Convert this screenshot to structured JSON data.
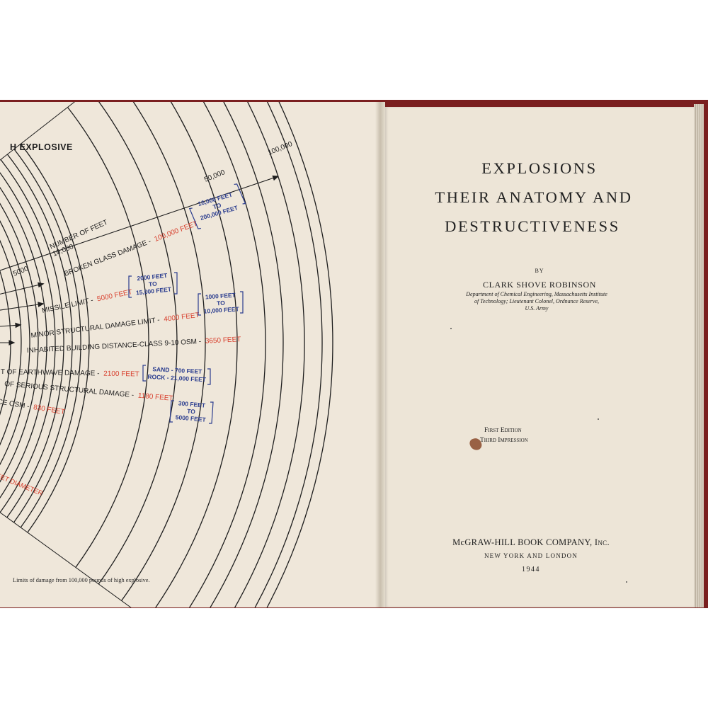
{
  "left_page": {
    "header": "H EXPLOSIVE",
    "scale_label": "NUMBER OF FEET",
    "scale_ticks": [
      "5000",
      "10,000",
      "50,000",
      "100,000"
    ],
    "labels": [
      {
        "text": "BROKEN GLASS DAMAGE -",
        "value": "100,000 FEET",
        "bracket": [
          "10,000 FEET",
          "TO",
          "200,000 FEET"
        ]
      },
      {
        "text": "MISSILE LIMIT -",
        "value": "5000 FEET",
        "bracket": [
          "2000 FEET",
          "TO",
          "15,000 FEET"
        ]
      },
      {
        "text": "MINOR STRUCTURAL DAMAGE LIMIT -",
        "value": "4000 FEET",
        "bracket": [
          "1000 FEET",
          "TO",
          "10,000 FEET"
        ]
      },
      {
        "text": "INHABITED BUILDING DISTANCE-CLASS 9-10 OSM -",
        "value": "3650 FEET",
        "bracket": []
      },
      {
        "text": "IT OF EARTHWAVE DAMAGE -",
        "value": "2100 FEET",
        "bracket": [
          "SAND - 700 FEET",
          "ROCK - 21,000 FEET"
        ]
      },
      {
        "text": "OF SERIOUS STRUCTURAL DAMAGE -",
        "value": "1180 FEET",
        "bracket": [
          "300 FEET",
          "TO",
          "5000 FEET"
        ]
      },
      {
        "text": "CE OSM -",
        "value": "830 FEET",
        "bracket": []
      }
    ],
    "diameter_label": "EET DIAMETER",
    "caption": "Limits of damage from 100,000 pounds of high explosive."
  },
  "right_page": {
    "title_lines": [
      "EXPLOSIONS",
      "THEIR ANATOMY AND",
      "DESTRUCTIVENESS"
    ],
    "by": "BY",
    "author": "CLARK SHOVE ROBINSON",
    "affiliation_lines": [
      "Department of Chemical Engineering, Massachusetts Institute",
      "of Technology; Lieutenant Colonel, Ordnance Reserve,",
      "U.S. Army"
    ],
    "edition": "First Edition",
    "impression": "Third Impression",
    "publisher_main": "McGRAW-HILL BOOK COMPANY,",
    "publisher_suffix": "Inc.",
    "location": "NEW YORK AND LONDON",
    "year": "1944"
  },
  "colors": {
    "red_text": "#d8402e",
    "blue_text": "#2b3d8f",
    "ink": "#1e1e1e",
    "paper": "#efe7da"
  }
}
